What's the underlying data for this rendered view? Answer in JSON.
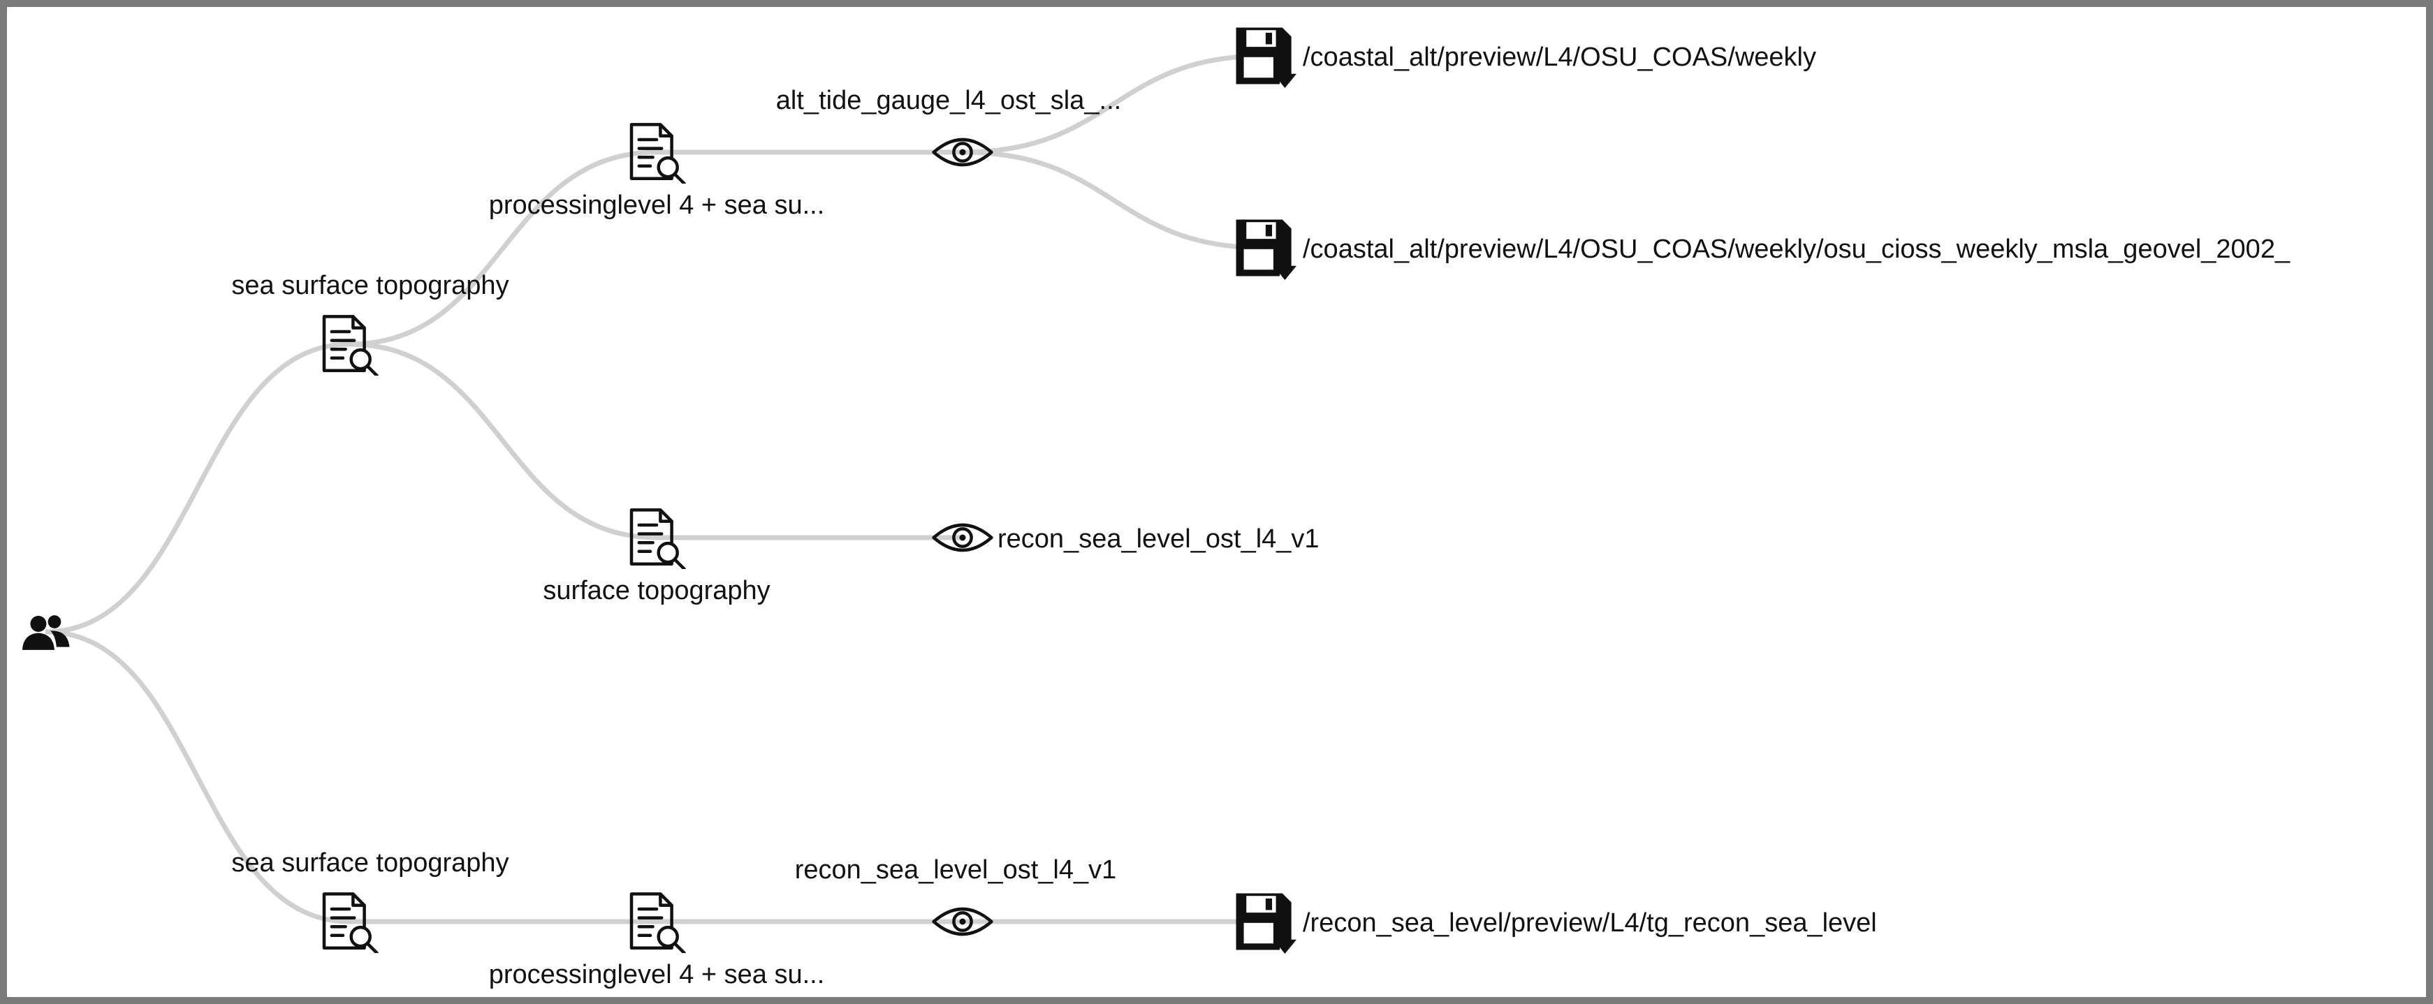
{
  "colors": {
    "frame_border": "#7a7a7a",
    "link": "#d0d0d0",
    "icon": "#111111",
    "text": "#111111"
  },
  "tree": {
    "root": {
      "icon": "users-icon"
    },
    "nodes": [
      {
        "id": "n1",
        "icon": "document-search-icon",
        "label": "sea surface topography"
      },
      {
        "id": "n2",
        "icon": "document-search-icon",
        "label": "processinglevel 4 + sea su..."
      },
      {
        "id": "n3",
        "icon": "eye-icon",
        "label": "alt_tide_gauge_l4_ost_sla_..."
      },
      {
        "id": "n4",
        "icon": "save-icon",
        "label": "/coastal_alt/preview/L4/OSU_COAS/weekly"
      },
      {
        "id": "n5",
        "icon": "save-icon",
        "label": "/coastal_alt/preview/L4/OSU_COAS/weekly/osu_cioss_weekly_msla_geovel_2002_"
      },
      {
        "id": "n6",
        "icon": "document-search-icon",
        "label": "surface topography"
      },
      {
        "id": "n7",
        "icon": "eye-icon",
        "label": "recon_sea_level_ost_l4_v1"
      },
      {
        "id": "n8",
        "icon": "document-search-icon",
        "label": "sea surface topography"
      },
      {
        "id": "n9",
        "icon": "document-search-icon",
        "label": "processinglevel 4 + sea su..."
      },
      {
        "id": "n10",
        "icon": "eye-icon",
        "label": "recon_sea_level_ost_l4_v1"
      },
      {
        "id": "n11",
        "icon": "save-icon",
        "label": "/recon_sea_level/preview/L4/tg_recon_sea_level"
      }
    ]
  }
}
